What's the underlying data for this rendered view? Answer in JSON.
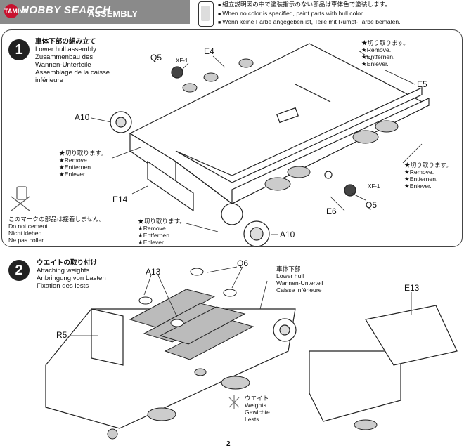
{
  "header": {
    "logo_mark": "TAMIYA",
    "logo_text": "HOBBY SEARCH",
    "section_word": "ASSEMBLY",
    "notes": [
      "組立説明図の中で塗装指示のない部品は車体色で塗装します。",
      "When no color is specified, paint parts with hull color.",
      "Wenn keine Farbe angegeben ist, Teile mit Rumpf-Farbe bemalen.",
      "Lorsqu'aucune teinte n'est spécifiée, peindre les pièces dans la couleur de la caisse."
    ]
  },
  "step1": {
    "number": "1",
    "title": [
      "車体下部の組み立て",
      "Lower hull assembly",
      "Zusammenbau des",
      "Wannen-Unterteile",
      "Assemblage de la caisse",
      "inférieure"
    ],
    "labels": {
      "q5_top": "Q5",
      "xf1_top": "XF-1",
      "e4": "E4",
      "a10_left": "A10",
      "e5": "E5",
      "e14": "E14",
      "e6": "E6",
      "q5_bottom": "Q5",
      "xf1_bottom": "XF-1",
      "a10_bottom": "A10"
    },
    "remove_top_right": [
      "切り取ります。",
      "Remove.",
      "Entfernen.",
      "Enlever."
    ],
    "remove_left": [
      "切り取ります。",
      "Remove.",
      "Entfernen.",
      "Enlever."
    ],
    "remove_right": [
      "切り取ります。",
      "Remove.",
      "Entfernen.",
      "Enlever."
    ],
    "remove_bottom": [
      "切り取ります。",
      "Remove.",
      "Entfernen.",
      "Enlever."
    ],
    "no_cement": [
      "このマークの部品は接着しません。",
      "Do not cement.",
      "Nicht kleben.",
      "Ne pas coller."
    ]
  },
  "step2": {
    "number": "2",
    "title": [
      "ウエイトの取り付け",
      "Attaching weights",
      "Anbringung von Lasten",
      "Fixation des lests"
    ],
    "labels": {
      "a13": "A13",
      "q6": "Q6",
      "r5": "R5",
      "e13": "E13"
    },
    "lower_hull": [
      "車体下部",
      "Lower hull",
      "Wannen-Unterteil",
      "Caisse inférieure"
    ],
    "weights": [
      "ウエイト",
      "Weights",
      "Gewichte",
      "Lests"
    ]
  },
  "footer": {
    "page_number": "2"
  }
}
